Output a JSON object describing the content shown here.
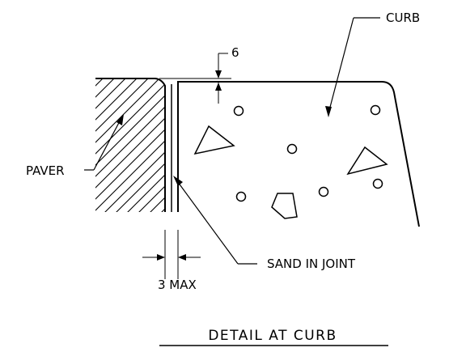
{
  "labels": {
    "curb": "CURB",
    "dim_6": "6",
    "paver": "PAVER",
    "sand_in_joint": "SAND IN JOINT",
    "dim_3_max": "3 MAX"
  },
  "title": "DETAIL AT CURB",
  "colors": {
    "line": "#000000",
    "background": "#ffffff"
  }
}
